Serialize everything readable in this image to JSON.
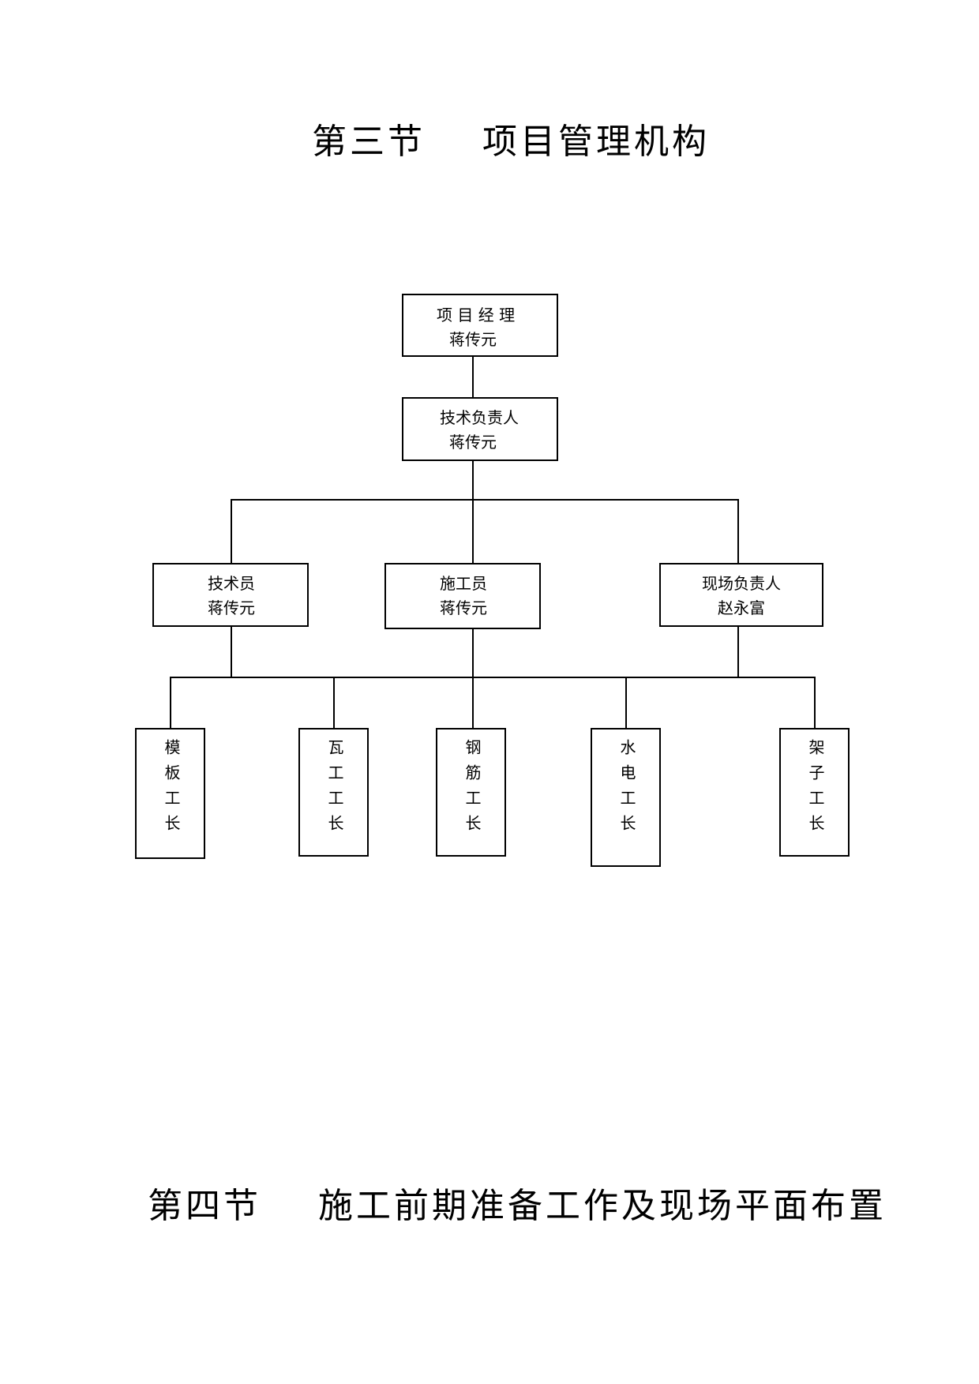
{
  "headings": {
    "section3": "第三节    项目管理机构",
    "section4": "第四节    施工前期准备工作及现场平面布置"
  },
  "org_chart": {
    "manager": {
      "role": "项 目 经 理",
      "name": "蒋传元"
    },
    "tech_lead": {
      "role": "技术负责人",
      "name": "蒋传元"
    },
    "technician": {
      "role": "技术员",
      "name": "蒋传元"
    },
    "construction_staff": {
      "role": "施工员",
      "name": "蒋传元"
    },
    "site_lead": {
      "role": "现场负责人",
      "name": "赵永富"
    },
    "foremen": [
      "模板工长",
      "瓦工工长",
      "钢筋工长",
      "水电工长",
      "架子工长"
    ]
  }
}
